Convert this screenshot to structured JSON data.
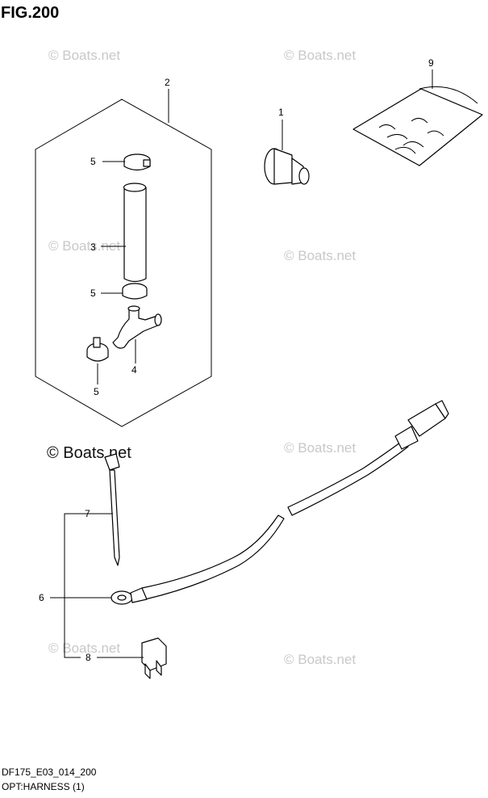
{
  "figure": {
    "title": "FIG.200",
    "model_code": "DF175_E03_014_200",
    "section": "OPT:HARNESS (1)"
  },
  "watermark": {
    "text": "© Boats.net"
  },
  "callouts": {
    "c1": "1",
    "c2": "2",
    "c3": "3",
    "c4": "4",
    "c5a": "5",
    "c5b": "5",
    "c5c": "5",
    "c6": "6",
    "c7": "7",
    "c8": "8",
    "c9": "9"
  }
}
